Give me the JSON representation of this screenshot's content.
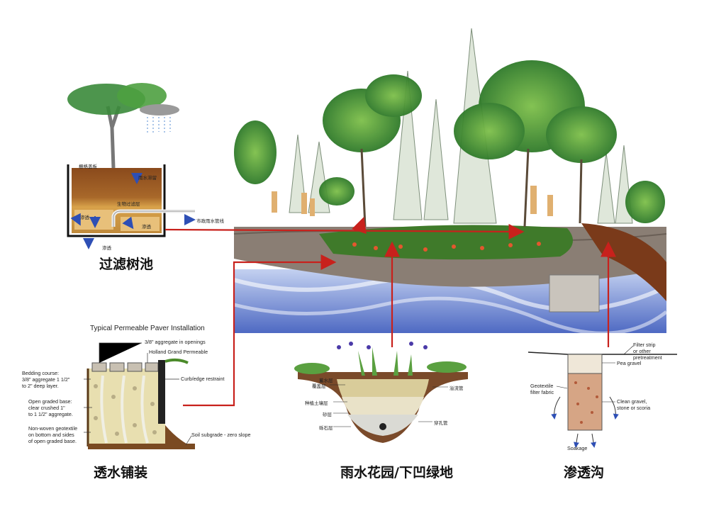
{
  "labels": {
    "tree_pit": "过滤树池",
    "permeable_paving": "透水铺装",
    "rain_garden": "雨水花园/下凹绿地",
    "infiltration_trench": "渗透沟"
  },
  "tree_pit": {
    "grate": "栅格盖板",
    "storage": "雨水滞留",
    "filter_layer": "生物过滤层",
    "seep1": "渗透",
    "seep2": "渗透",
    "seep3": "渗透",
    "pipe": "市政雨水管线"
  },
  "paver": {
    "title": "Typical Permeable Paver Installation",
    "aggregate_openings": "3/8\" aggregate in openings",
    "holland": "Holland Grand Permeable",
    "bedding": "Bedding course:\n3/8\" aggregate 1 1/2\"\nto 2\" deep layer.",
    "curb": "Curb/edge restraint",
    "open_graded": "Open graded base:\nclear crushed 1\"\nto 1 1/2\" aggregate.",
    "geotextile": "Non-woven geotextile\non bottom and sides\nof open graded base.",
    "subgrade": "Soil subgrade - zero slope"
  },
  "garden": {
    "overflow_pipe": "溢流管",
    "cover": "覆盖层",
    "plant_soil": "种植土壤层",
    "sand": "砂层",
    "gravel": "砾石层",
    "perforated_pipe": "穿孔管",
    "extra_top": "蓄水层"
  },
  "trench": {
    "filter_strip": "Filter strip\nor other\npretreatment",
    "pea_gravel": "Pea gravel",
    "geotextile": "Geotextile\nfilter fabric",
    "clean_gravel": "Clean gravel,\nstone or scoria",
    "soakage": "Soakage"
  },
  "colors": {
    "arrow": "#c8211c",
    "blue": "#3b5fc2"
  }
}
